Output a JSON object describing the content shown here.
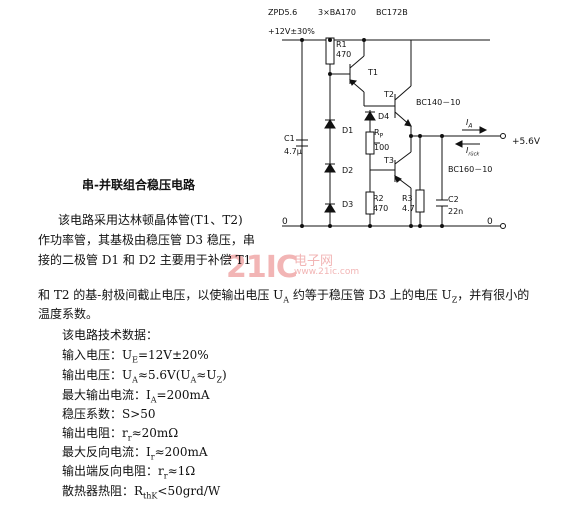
{
  "schematic": {
    "labels": {
      "zpd": "ZPD5.6",
      "ba170": "3×BA170",
      "bc172b": "BC172B",
      "supply": "+12V±30%",
      "r1": "R1",
      "r1_val": "470",
      "t1": "T1",
      "t2": "T2",
      "bc140": "BC140－10",
      "d4": "D4",
      "d1": "D1",
      "d2": "D2",
      "d3": "D3",
      "c1": "C1",
      "c1_val": "4.7μ",
      "rp": "R",
      "rp_sub": "P",
      "rp_val": "100",
      "t3": "T3",
      "bc160": "BC160－10",
      "r2": "R2",
      "r2_val": "470",
      "r3": "R3",
      "r3_val": "4.7",
      "c2": "C2",
      "c2_val": "22n",
      "ia": "I",
      "ia_sub": "A",
      "irck": "I",
      "irck_sub": "rück",
      "out": "+5.6V",
      "gnd_left": "0",
      "gnd_right": "0"
    }
  },
  "title": "串-并联组合稳压电路",
  "paragraph": {
    "line1": "该电路采用达林顿晶体管(T1、T2)",
    "line2": "作功率管，其基极由稳压管 D3 稳压，串",
    "line3": "接的二极管 D1 和 D2 主要用于补偿 T1",
    "line4": "和 T2 的基-射极间截止电压，以使输出电压 U",
    "line4_sub": "A",
    "line4_rest": " 约等于稳压管 D3 上的电压 U",
    "line4_sub2": "Z",
    "line4_end": "，并有很小的",
    "line5": "温度系数。"
  },
  "specs": {
    "heading": "该电路技术数据：",
    "items": [
      "输入电压：U",
      "输出电压：U",
      "最大输出电流：I",
      "稳压系数：S>50",
      "输出电阻：r",
      "最大反向电流：I",
      "输出端反向电阻：r",
      "散热器热阻：R"
    ],
    "subs": [
      "E",
      "A",
      "A",
      "",
      "r",
      "r",
      "r",
      "thK"
    ],
    "tails": [
      "=12V±20%",
      "≈5.6V(U",
      "=200mA",
      "",
      "≈20mΩ",
      "≈200mA",
      "≈1Ω",
      "<50grd/W"
    ],
    "extra_out": "A",
    "extra_out2": "≈U",
    "extra_out3": "Z",
    "extra_out4": ")"
  },
  "watermark": {
    "main": "21IC",
    "sub": "电子网",
    "url": "www.21ic.com"
  },
  "colors": {
    "watermark": "#f2b5b5",
    "ink": "#111111"
  }
}
